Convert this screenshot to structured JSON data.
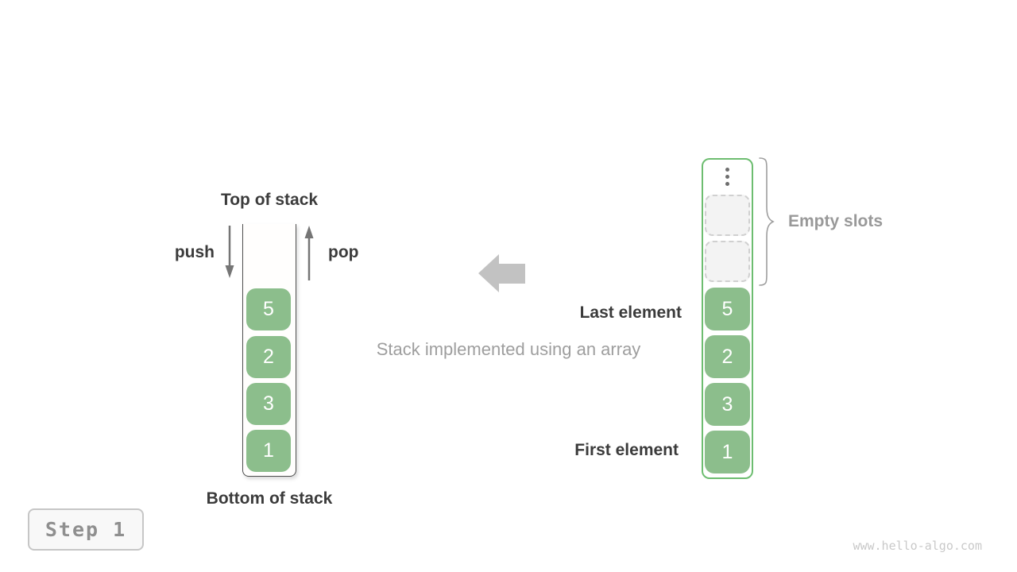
{
  "left_stack": {
    "top_label": "Top of stack",
    "bottom_label": "Bottom of stack",
    "push_label": "push",
    "pop_label": "pop",
    "cells": [
      "5",
      "2",
      "3",
      "1"
    ]
  },
  "center": {
    "caption": "Stack implemented using an array"
  },
  "right_array": {
    "cells": [
      "5",
      "2",
      "3",
      "1"
    ],
    "empty_slot_count": 2,
    "empty_slots_label": "Empty slots",
    "last_element_label": "Last element",
    "first_element_label": "First element"
  },
  "footer": {
    "step_label": "Step 1",
    "watermark": "www.hello-algo.com"
  },
  "icons": {
    "push_arrow": "down-arrow",
    "pop_arrow": "up-arrow",
    "center_arrow": "left-block-arrow",
    "array_top": "vertical-ellipsis",
    "empty_slots_pointer": "curly-brace"
  },
  "colors": {
    "cell_green": "#8cbe8c",
    "array_border_green": "#6dbd70",
    "dark_text": "#3b3b3b",
    "gray_text": "#9e9e9e",
    "arrow_gray": "#757575",
    "block_arrow_gray": "#c2c2c2",
    "empty_slot_fill": "#f3f3f3"
  }
}
